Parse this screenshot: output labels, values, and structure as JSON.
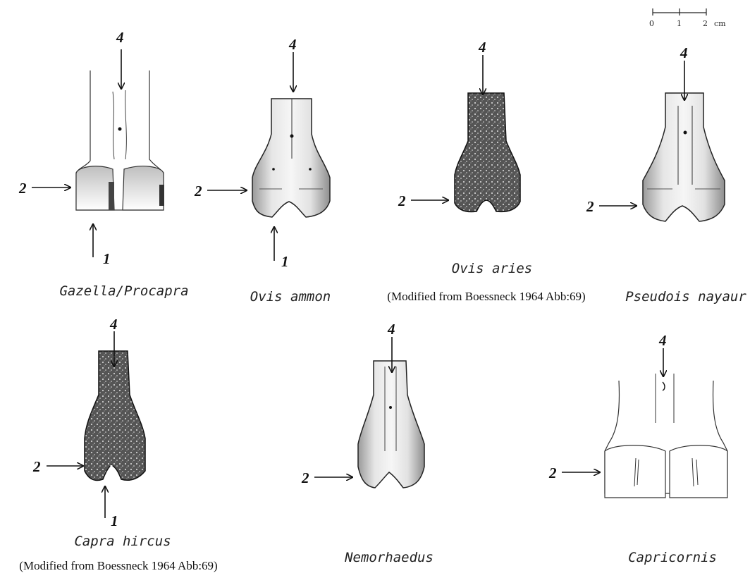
{
  "scale_bar": {
    "ticks": [
      "0",
      "1",
      "2"
    ],
    "unit": "cm"
  },
  "specimens": [
    {
      "name": "Gazella/Procapra",
      "style": "outline",
      "labels": [
        "4",
        "2",
        "1"
      ],
      "note": ""
    },
    {
      "name": "Ovis ammon",
      "style": "shaded",
      "labels": [
        "4",
        "2",
        "1"
      ],
      "note": ""
    },
    {
      "name": "Ovis aries",
      "style": "dark",
      "labels": [
        "4",
        "2"
      ],
      "note": "(Modified from Boessneck 1964 Abb:69)"
    },
    {
      "name": "Pseudois nayaur",
      "style": "shaded",
      "labels": [
        "4",
        "2"
      ],
      "note": ""
    },
    {
      "name": "Capra hircus",
      "style": "dark",
      "labels": [
        "4",
        "2",
        "1"
      ],
      "note": "(Modified from Boessneck 1964 Abb:69)"
    },
    {
      "name": "Nemorhaedus",
      "style": "shaded",
      "labels": [
        "4",
        "2"
      ],
      "note": ""
    },
    {
      "name": "Capricornis",
      "style": "outline",
      "labels": [
        "4",
        "2"
      ],
      "note": ""
    }
  ]
}
